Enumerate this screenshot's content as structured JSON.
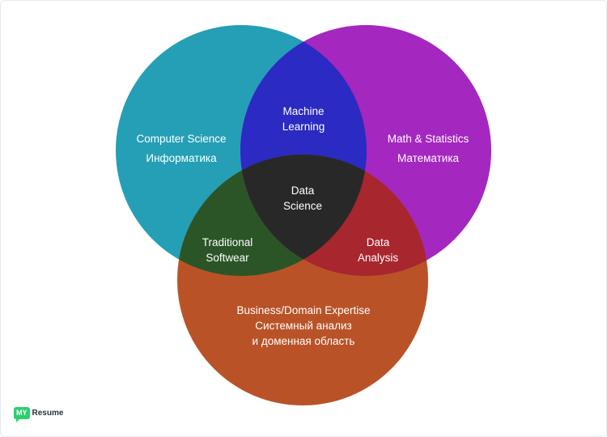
{
  "colors": {
    "computer_science": "#249fb6",
    "math_statistics": "#a427bf",
    "business": "#b95327",
    "machine_learning": "#2b2ac3",
    "traditional_software": "#2b5527",
    "data_analysis": "#a8262e",
    "data_science": "#282828"
  },
  "labels": {
    "computer_science": {
      "line1": "Computer Science",
      "line2": "Информатика"
    },
    "math_statistics": {
      "line1": "Math & Statistics",
      "line2": "Математика"
    },
    "business": {
      "line1": "Business/Domain Expertise",
      "line2": "Системный анализ",
      "line3": "и доменная область"
    },
    "machine_learning": {
      "line1": "Machine",
      "line2": "Learning"
    },
    "data_science": {
      "line1": "Data",
      "line2": "Science"
    },
    "traditional_software": {
      "line1": "Traditional",
      "line2": "Softwear"
    },
    "data_analysis": {
      "line1": "Data",
      "line2": "Analysis"
    }
  },
  "logo": {
    "badge": "MY",
    "text": "Resume"
  }
}
